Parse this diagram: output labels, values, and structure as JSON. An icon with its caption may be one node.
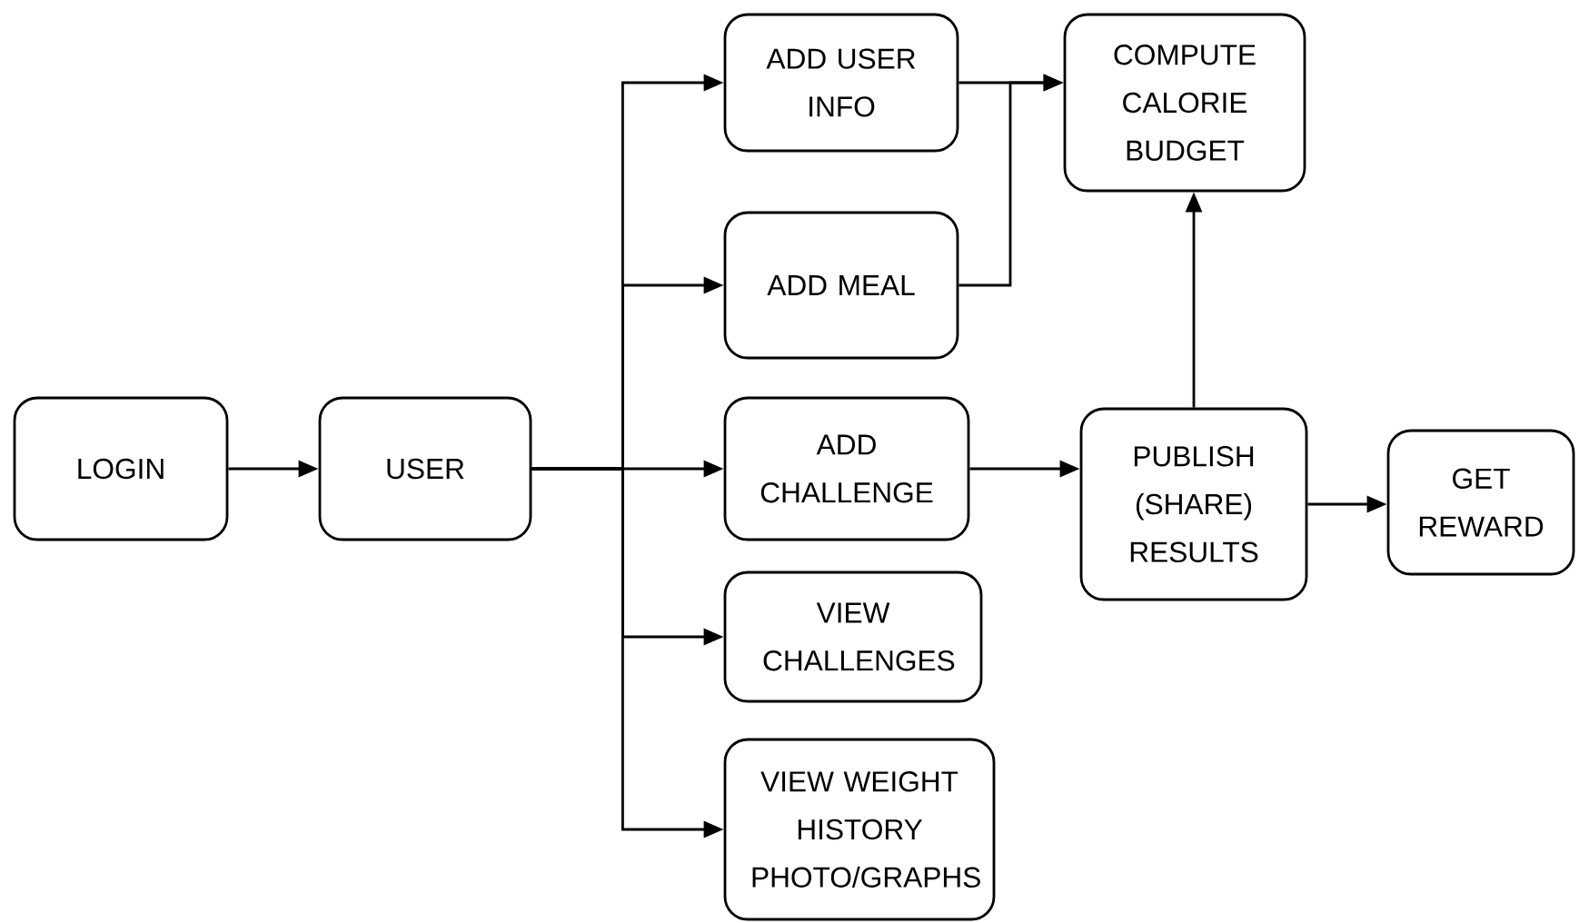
{
  "diagram": {
    "nodes": [
      {
        "text": [
          "LOGIN"
        ]
      },
      {
        "text": [
          "USER"
        ]
      },
      {
        "text": [
          "ADD USER INFO"
        ]
      },
      {
        "text": [
          "ADD MEAL"
        ]
      },
      {
        "text": [
          "ADD CHALLENGE"
        ]
      },
      {
        "text": [
          "VIEW CHALLENGES"
        ]
      },
      {
        "text": [
          "VIEW WEIGHT HISTORY PHOTO/GRAPHS"
        ]
      },
      {
        "text": [
          "COMPUTE CALORIE BUDGET"
        ]
      },
      {
        "text": [
          "PUBLISH (SHARE) RESULTS"
        ]
      },
      {
        "text": [
          "GET REWARD"
        ]
      }
    ],
    "edges": [
      {
        "from": 0,
        "to": 1,
        "arrow": "to"
      },
      {
        "from": 1,
        "to": 2,
        "arrow": "to"
      },
      {
        "from": 1,
        "to": 3,
        "arrow": "to"
      },
      {
        "from": 1,
        "to": 4,
        "arrow": "to"
      },
      {
        "from": 1,
        "to": 5,
        "arrow": "to"
      },
      {
        "from": 1,
        "to": 6,
        "arrow": "to"
      },
      {
        "from": 2,
        "to": 7,
        "arrow": "to"
      },
      {
        "from": 3,
        "to": 7,
        "arrow": "to"
      },
      {
        "from": 4,
        "to": 8,
        "arrow": "to"
      },
      {
        "from": 8,
        "to": 7,
        "arrow": "to"
      },
      {
        "from": 8,
        "to": 9,
        "arrow": "to"
      }
    ]
  }
}
